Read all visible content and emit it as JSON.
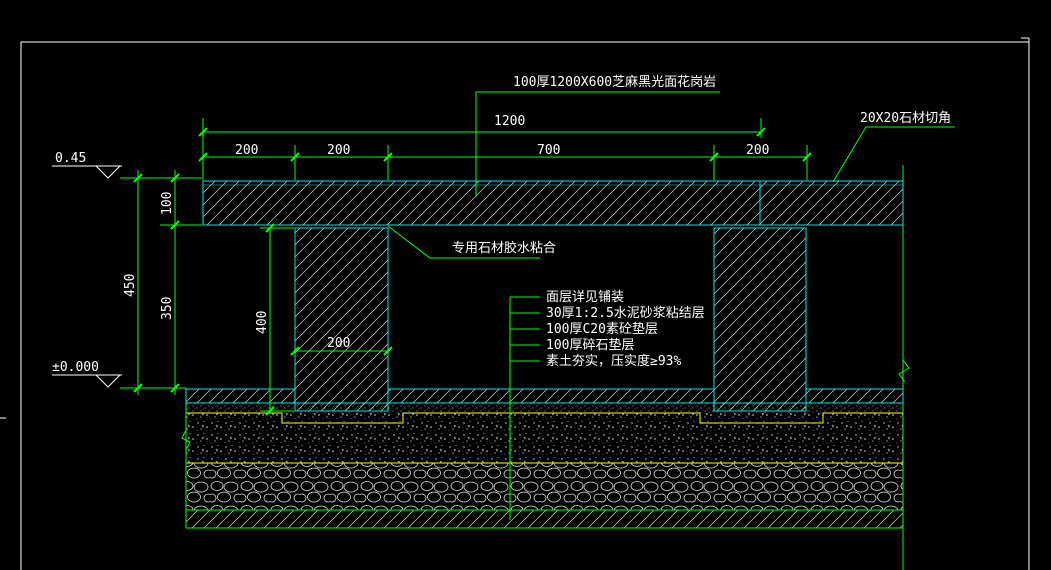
{
  "colors": {
    "background": "#000000",
    "frame": "#ffffff",
    "dim_line": "#00ff00",
    "annotation_text": "#ffffff",
    "slab_outline": "#00e5e5",
    "hatch": "#ffffff",
    "mortar_line": "#ffff00",
    "soil_line": "#00ff00"
  },
  "labels": {
    "slab_title": "100厚1200X600芝麻黑光面花岗岩",
    "corner_note": "20X20石材切角",
    "glue_note": "专用石材胶水粘合",
    "layers": [
      "面层详见铺装",
      "30厚1:2.5水泥砂浆粘结层",
      "100厚C20素砼垫层",
      "100厚碎石垫层",
      "素土夯实，压实度≥93%"
    ]
  },
  "levels": {
    "top": "0.45",
    "ground": "±0.000"
  },
  "dimensions": {
    "total_length": "1200",
    "segments": [
      "200",
      "200",
      "700",
      "200"
    ],
    "slab_thickness": "100",
    "total_height": "450",
    "leg_clear_height": "350",
    "leg_height": "400",
    "leg_width": "200"
  }
}
